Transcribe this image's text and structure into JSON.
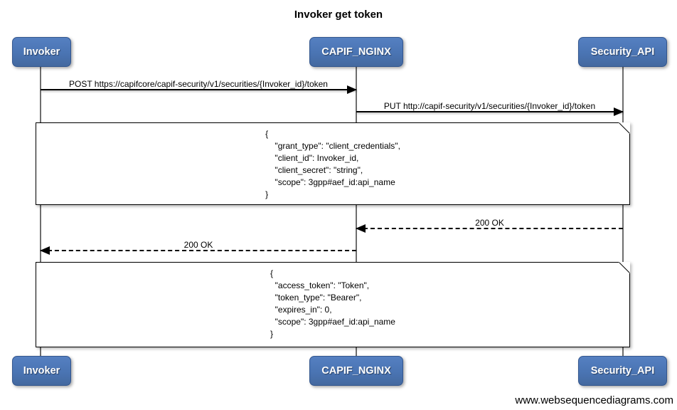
{
  "diagram": {
    "title": "Invoker get token",
    "watermark": "www.websequencediagrams.com",
    "actors": [
      {
        "label": "Invoker"
      },
      {
        "label": "CAPIF_NGINX"
      },
      {
        "label": "Security_API"
      }
    ],
    "messages": [
      {
        "from": "Invoker",
        "to": "CAPIF_NGINX",
        "style": "solid",
        "label": "POST https://capifcore/capif-security/v1/securities/{Invoker_id}/token"
      },
      {
        "from": "CAPIF_NGINX",
        "to": "Security_API",
        "style": "solid",
        "label": "PUT http://capif-security/v1/securities/{Invoker_id}/token"
      },
      {
        "from": "Security_API",
        "to": "CAPIF_NGINX",
        "style": "dashed",
        "label": "200 OK"
      },
      {
        "from": "CAPIF_NGINX",
        "to": "Invoker",
        "style": "dashed",
        "label": "200 OK"
      }
    ],
    "notes": [
      {
        "text": "{\n    \"grant_type\": \"client_credentials\",\n    \"client_id\": Invoker_id,\n    \"client_secret\": \"string\",\n    \"scope\": 3gpp#aef_id:api_name\n}"
      },
      {
        "text": "{\n  \"access_token\": \"Token\",\n  \"token_type\": \"Bearer\",\n  \"expires_in\": 0,\n  \"scope\": 3gpp#aef_id:api_name\n}"
      }
    ],
    "colors": {
      "actor_fill": "#4a74b3",
      "actor_border": "#33568e",
      "actor_text": "#ffffff",
      "lifeline": "#6e6e6e",
      "message_line": "#000000",
      "note_bg": "#ffffff",
      "note_border": "#000000",
      "background": "#ffffff"
    }
  }
}
